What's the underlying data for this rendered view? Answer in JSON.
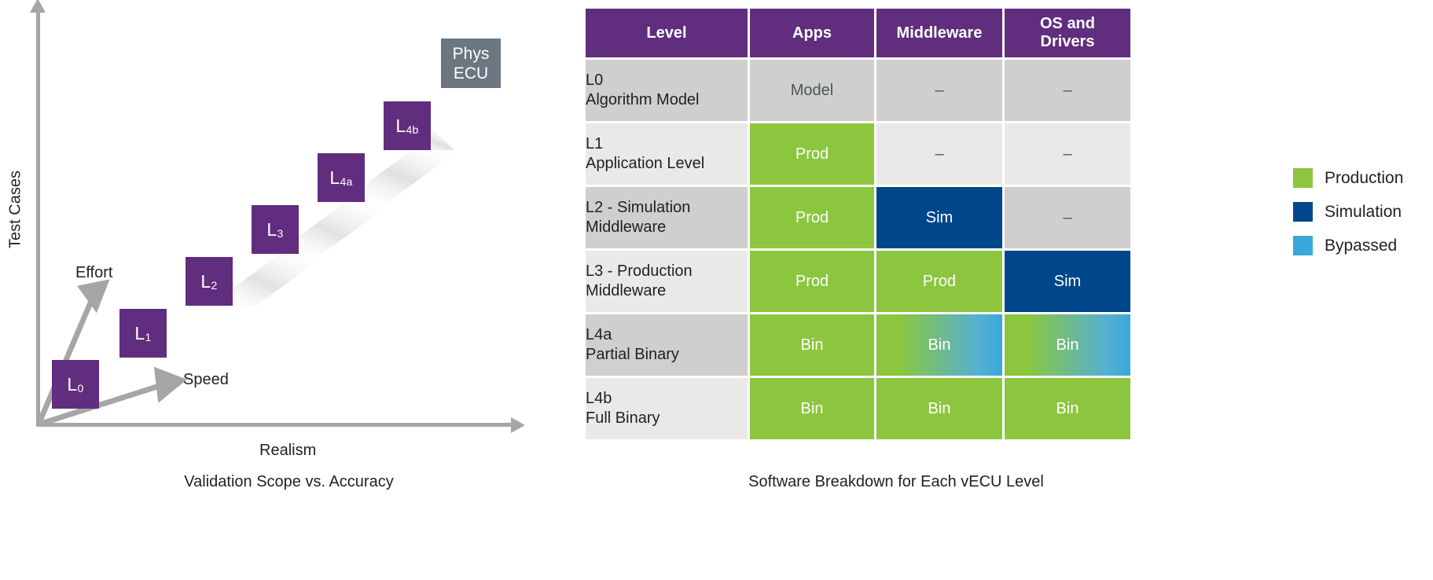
{
  "left_diagram": {
    "y_axis_label": "Test Cases",
    "x_axis_label": "Realism",
    "effort_label": "Effort",
    "speed_label": "Speed",
    "caption": "Validation Scope vs. Accuracy",
    "boxes": [
      {
        "base": "L",
        "sub": "0",
        "name": "level-box-l0"
      },
      {
        "base": "L",
        "sub": "1",
        "name": "level-box-l1"
      },
      {
        "base": "L",
        "sub": "2",
        "name": "level-box-l2"
      },
      {
        "base": "L",
        "sub": "3",
        "name": "level-box-l3"
      },
      {
        "base": "L",
        "sub": "4a",
        "name": "level-box-l4a"
      },
      {
        "base": "L",
        "sub": "4b",
        "name": "level-box-l4b"
      }
    ],
    "phys_ecu": {
      "line1": "Phys",
      "line2": "ECU"
    },
    "colors": {
      "box_purple": "#612d7e",
      "phys_ecu_gray": "#6a7680",
      "axis_gray": "#a6a6a6"
    }
  },
  "right_table": {
    "caption": "Software Breakdown for Each vECU Level",
    "headers": [
      "Level",
      "Apps",
      "Middleware",
      "OS and\nDrivers"
    ],
    "header_level": "Level",
    "header_apps": "Apps",
    "header_middleware": "Middleware",
    "header_os_line1": "OS and",
    "header_os_line2": "Drivers",
    "rows": [
      {
        "level_line1": "L0",
        "level_line2": "Algorithm Model",
        "apps": "Model",
        "middleware": "–",
        "os": "–"
      },
      {
        "level_line1": "L1",
        "level_line2": "Application Level",
        "apps": "Prod",
        "middleware": "–",
        "os": "–"
      },
      {
        "level_line1": "L2 - Simulation",
        "level_line2": "Middleware",
        "apps": "Prod",
        "middleware": "Sim",
        "os": "–"
      },
      {
        "level_line1": "L3 - Production",
        "level_line2": "Middleware",
        "apps": "Prod",
        "middleware": "Prod",
        "os": "Sim"
      },
      {
        "level_line1": "L4a",
        "level_line2": "Partial Binary",
        "apps": "Bin",
        "middleware": "Bin",
        "os": "Bin"
      },
      {
        "level_line1": "L4b",
        "level_line2": "Full Binary",
        "apps": "Bin",
        "middleware": "Bin",
        "os": "Bin"
      }
    ],
    "colors": {
      "header_purple": "#612d7e",
      "gray_dark": "#cfcfce",
      "gray_light": "#eae9e7",
      "green": "#8cc63e",
      "blue": "#01468b",
      "bypassed_blue": "#3aa8d8"
    }
  },
  "legend": {
    "items": [
      {
        "label": "Production",
        "color": "#8cc63e"
      },
      {
        "label": "Simulation",
        "color": "#01468b"
      },
      {
        "label": "Bypassed",
        "color": "#3aa8d8"
      }
    ]
  }
}
